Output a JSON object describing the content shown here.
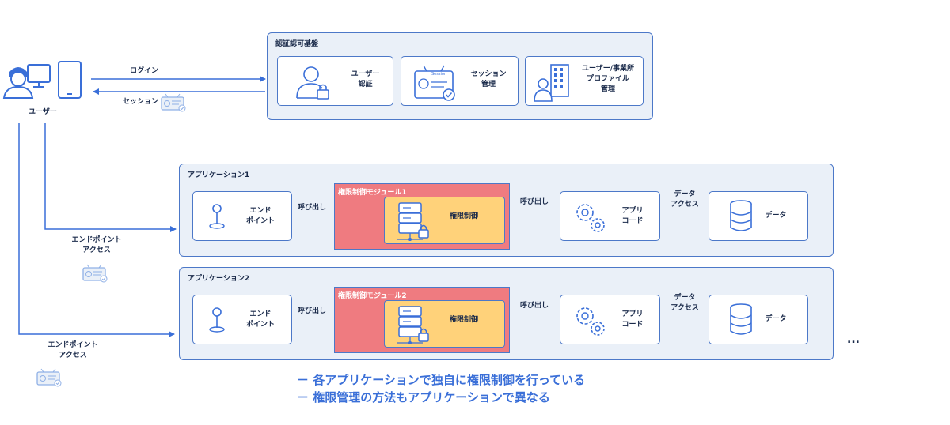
{
  "user": {
    "label": "ユーザー"
  },
  "login_flow": {
    "login_label": "ログイン",
    "session_label": "セッション"
  },
  "auth_platform": {
    "title": "認証認可基盤",
    "items": [
      {
        "label": "ユーザー\n認証",
        "icon": "user-lock-icon"
      },
      {
        "label": "セッション\n管理",
        "icon": "session-card-icon",
        "icon_text": "Session"
      },
      {
        "label": "ユーザー/事業所\nプロファイル\n管理",
        "icon": "building-user-icon"
      }
    ]
  },
  "endpoint_access_label": "エンドポイント\nアクセス",
  "applications": [
    {
      "title": "アプリケーション1",
      "endpoint_label": "エンド\nポイント",
      "call_label": "呼び出し",
      "module_title": "権限制御モジュール1",
      "auth_control_label": "権限制御",
      "call_label_2": "呼び出し",
      "app_code_label": "アプリ\nコード",
      "data_access_label": "データ\nアクセス",
      "data_label": "データ"
    },
    {
      "title": "アプリケーション2",
      "endpoint_label": "エンド\nポイント",
      "call_label": "呼び出し",
      "module_title": "権限制御モジュール2",
      "auth_control_label": "権限制御",
      "call_label_2": "呼び出し",
      "app_code_label": "アプリ\nコード",
      "data_access_label": "データ\nアクセス",
      "data_label": "データ"
    }
  ],
  "ellipsis": "...",
  "notes": [
    "－  各アプリケーションで独自に権限制御を行っている",
    "－  権限管理の方法もアプリケーションで異なる"
  ],
  "colors": {
    "line": "#3a6fd8",
    "panel_bg": "#eaf0f8",
    "module": "#ef7b80",
    "inner": "#ffd27a"
  }
}
